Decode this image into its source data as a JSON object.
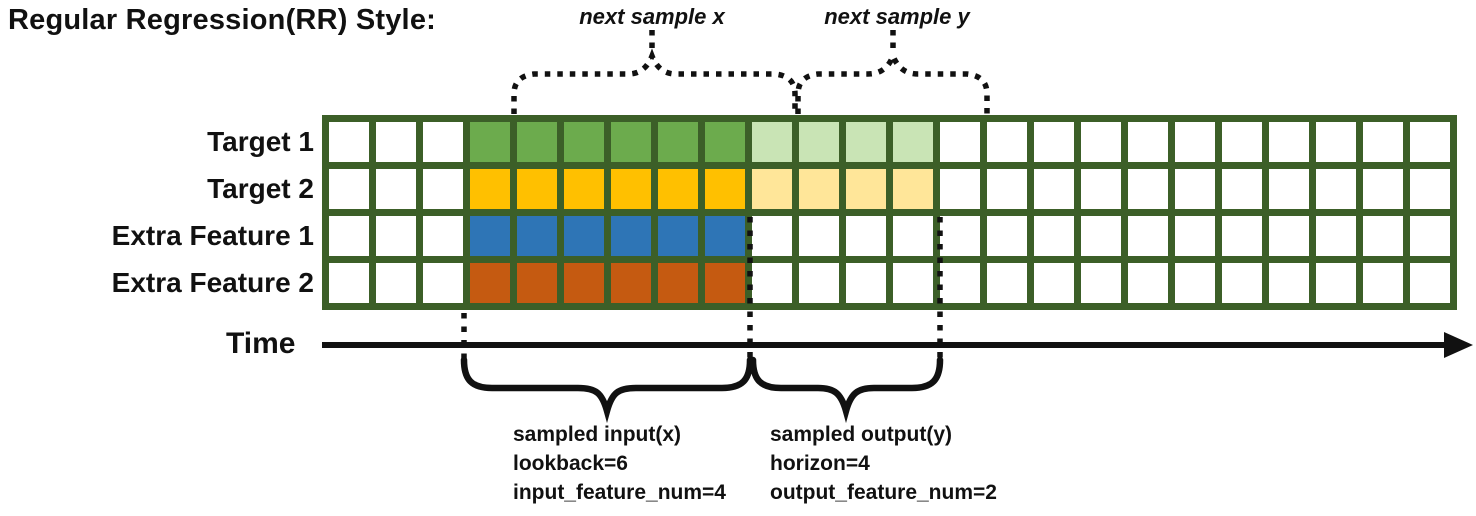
{
  "title": "Regular Regression(RR) Style:",
  "annotations": {
    "next_sample_x": "next sample x",
    "next_sample_y": "next sample y"
  },
  "time_label": "Time",
  "grid": {
    "columns": 24,
    "rows": [
      {
        "label": "Target 1",
        "cells": [
          {
            "start": 3,
            "len": 6,
            "color": "input_green"
          },
          {
            "start": 9,
            "len": 4,
            "color": "output_green"
          }
        ]
      },
      {
        "label": "Target 2",
        "cells": [
          {
            "start": 3,
            "len": 6,
            "color": "input_gold"
          },
          {
            "start": 9,
            "len": 4,
            "color": "output_gold"
          }
        ]
      },
      {
        "label": "Extra Feature 1",
        "cells": [
          {
            "start": 3,
            "len": 6,
            "color": "input_blue"
          }
        ]
      },
      {
        "label": "Extra Feature 2",
        "cells": [
          {
            "start": 3,
            "len": 6,
            "color": "input_orange"
          }
        ]
      }
    ]
  },
  "captions": {
    "input": [
      "sampled input(x)",
      "lookback=6",
      "input_feature_num=4"
    ],
    "output": [
      "sampled output(y)",
      "horizon=4",
      "output_feature_num=2"
    ]
  },
  "params": {
    "lookback": 6,
    "horizon": 4,
    "input_feature_num": 4,
    "output_feature_num": 2
  },
  "colors": {
    "grid_border": "#3c5f28",
    "cell_empty": "#ffffff",
    "input_green": "#6cab4d",
    "output_green": "#c9e4b5",
    "input_gold": "#ffc000",
    "output_gold": "#ffe699",
    "input_blue": "#2e75b6",
    "input_orange": "#c55a11",
    "line_black": "#111111"
  }
}
